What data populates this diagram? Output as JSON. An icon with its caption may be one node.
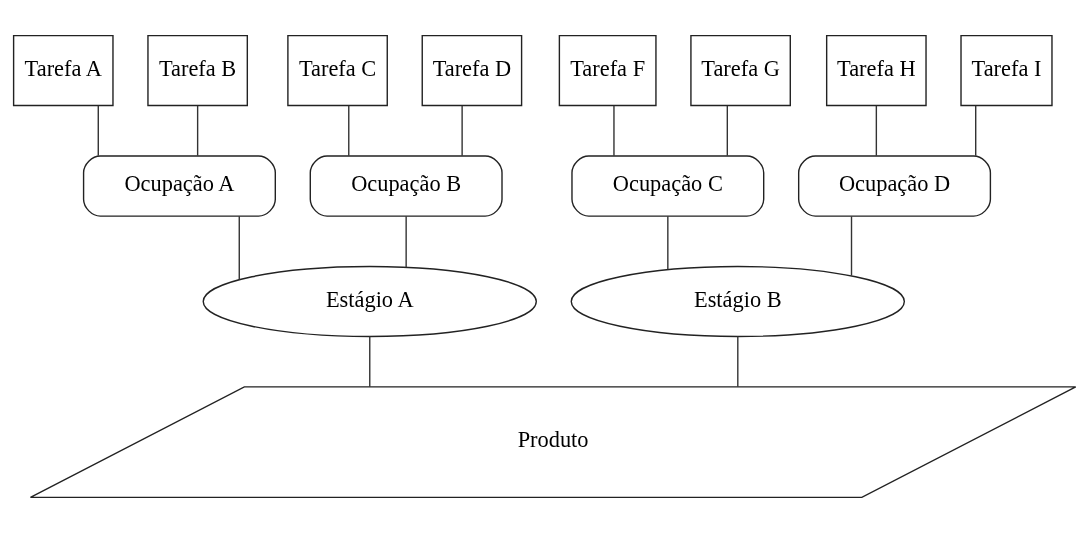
{
  "diagram": {
    "nodes": [
      {
        "text": [
          "Tarefa A"
        ]
      },
      {
        "text": [
          "Tarefa B"
        ]
      },
      {
        "text": [
          "Tarefa C"
        ]
      },
      {
        "text": [
          "Tarefa D"
        ]
      },
      {
        "text": [
          "Tarefa F"
        ]
      },
      {
        "text": [
          "Tarefa G"
        ]
      },
      {
        "text": [
          "Tarefa H"
        ]
      },
      {
        "text": [
          "Tarefa I"
        ]
      },
      {
        "text": [
          "Ocupação A"
        ]
      },
      {
        "text": [
          "Ocupação B"
        ]
      },
      {
        "text": [
          "Ocupação C"
        ]
      },
      {
        "text": [
          "Ocupação D"
        ]
      },
      {
        "text": [
          "Estágio A"
        ]
      },
      {
        "text": [
          "Estágio B"
        ]
      },
      {
        "text": [
          "Produto"
        ]
      }
    ],
    "edges": [
      {
        "from": 0,
        "to": 8,
        "arrow": "none"
      },
      {
        "from": 1,
        "to": 8,
        "arrow": "none"
      },
      {
        "from": 2,
        "to": 9,
        "arrow": "none"
      },
      {
        "from": 3,
        "to": 9,
        "arrow": "none"
      },
      {
        "from": 4,
        "to": 10,
        "arrow": "none"
      },
      {
        "from": 5,
        "to": 10,
        "arrow": "none"
      },
      {
        "from": 6,
        "to": 11,
        "arrow": "none"
      },
      {
        "from": 7,
        "to": 11,
        "arrow": "none"
      },
      {
        "from": 8,
        "to": 12,
        "arrow": "none"
      },
      {
        "from": 9,
        "to": 12,
        "arrow": "none"
      },
      {
        "from": 10,
        "to": 13,
        "arrow": "none"
      },
      {
        "from": 11,
        "to": 13,
        "arrow": "none"
      },
      {
        "from": 12,
        "to": 14,
        "arrow": "none"
      },
      {
        "from": 13,
        "to": 14,
        "arrow": "none"
      }
    ]
  }
}
